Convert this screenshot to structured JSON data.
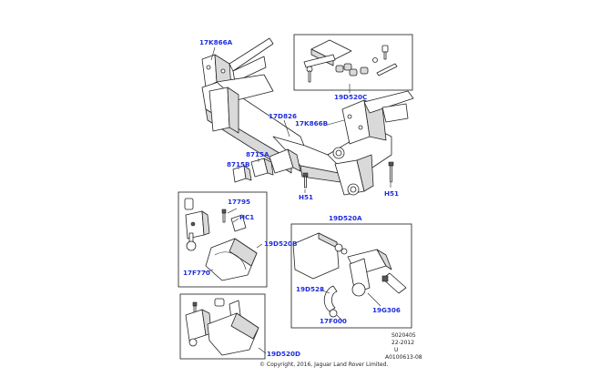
{
  "labels": {
    "l_17K866A": "17K866A",
    "l_19D520C": "19D520C",
    "l_17D826": "17D826",
    "l_17K866B": "17K866B",
    "l_8715A": "8715A",
    "l_8715B": "8715B",
    "l_H51_left": "H51",
    "l_H51_right": "H51",
    "l_17795": "17795",
    "l_HC1": "HC1",
    "l_19D520B": "19D520B",
    "l_17F770": "17F770",
    "l_19D520A": "19D520A",
    "l_19D528": "19D528",
    "l_19G306": "19G306",
    "l_17F000": "17F000",
    "l_19D520D": "19D520D"
  },
  "footer": {
    "line1": "S020405",
    "line2": "22-2012",
    "line3": "U",
    "line4": "A0100613-08",
    "copyright": "© Copyright, 2016, Jaguar Land Rover Limited."
  },
  "colors": {
    "label": "#1f2de0",
    "line": "#222222",
    "background": "#ffffff"
  }
}
